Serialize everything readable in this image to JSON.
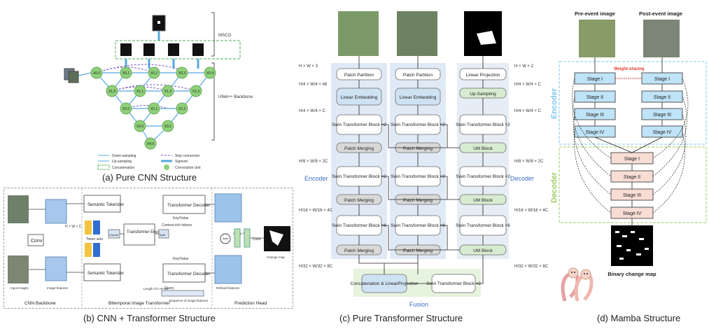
{
  "captions": {
    "a": "(a) Pure CNN Structure",
    "b": "(b) CNN + Transformer Structure",
    "c": "(c) Pure Transformer Structure",
    "d": "(d) Mamba Structure"
  },
  "panel_a": {
    "msco": "MSCO",
    "backbone": "UNet++ Backbone",
    "nodes_top": [
      "X0,0",
      "X0,1",
      "X0,2",
      "X0,3",
      "X0,4"
    ],
    "nodes_l1": [
      "X1,0",
      "X1,1",
      "X1,2",
      "X1,3"
    ],
    "nodes_l2": [
      "X2,0",
      "X2,1",
      "X2,2"
    ],
    "nodes_l3": [
      "X3,0",
      "X3,1"
    ],
    "nodes_l4": [
      "X4,0"
    ],
    "legend": [
      "Down-sampling",
      "Skip connection",
      "Up-sampling",
      "Sigmoid",
      "Concatenation",
      "Convolution Unit"
    ]
  },
  "panel_b": {
    "conv": "Conv",
    "hwc": "H × W × C",
    "sem_tok": "Semantic Tokenizer",
    "tok_sets": "Token sets",
    "concat": "Concat",
    "tenc": "Transformer Encoder",
    "split": "Split",
    "tdec": "Transformer Decoder",
    "keyvalue": "Key/Value",
    "query": "Query",
    "context_tokens": "Context-rich tokens",
    "seq_len": "Length of L×H×W",
    "seq_feat": "Sequence of image features",
    "sub_abs": "Sub & Abs",
    "change_map": "Change map",
    "input_images": "Input images",
    "image_features": "Image features",
    "refined_features": "Refined features",
    "sections": [
      "CNN Backbone",
      "Bitemporal Image Transformer",
      "Prediction Head"
    ]
  },
  "panel_c": {
    "dims_left": [
      "H × W × 3",
      "H/4 × W/4 × 48",
      "H/4 × W/4 × C",
      "H/8 × W/8 × 2C",
      "H/16 × W/16 × 4C",
      "H/32 × W/32 × 8C"
    ],
    "dims_right": [
      "H × W × 2",
      "H/4 × W/4 × C",
      "H/4 × W/4 × C",
      "H/8 × W/8 × 2C",
      "H/16 × W/16 × 4C",
      "H/32 × W/32 × 8C"
    ],
    "patch_partition": "Patch Partition",
    "linear_embedding": "Linear Embedding",
    "swin_x2": "Swin Transformer Block ×2",
    "swin_x6": "Swin Transformer Block ×6",
    "patch_merging": "Patch Merging",
    "linear_projection": "Linear Projection",
    "up_sampling": "Up-Sampling",
    "um_block": "UM Block",
    "encoder": "Encoder",
    "decoder": "Decoder",
    "fusion": "Fusion",
    "concat_lp": "Concatenation & LinearProjection"
  },
  "panel_d": {
    "pre": "Pre-event image",
    "post": "Post-event image",
    "weight_sharing": "Weight-sharing",
    "encoder": "Encoder",
    "decoder": "Decoder",
    "enc_stages": [
      "Stage I",
      "Stage II",
      "Stage III",
      "Stage IV"
    ],
    "dec_stages": [
      "Stage I",
      "Stage II",
      "Stage III",
      "Stage IV"
    ],
    "binary": "Binary change map"
  },
  "colors": {
    "node_green": "#8fd17a",
    "blue_box": "#bfe3f7",
    "dec_box": "#f8ddd4",
    "enc_dash": "#7ec8ee",
    "dec_dash": "#9ccc65",
    "fusion_bg": "#e6f3df",
    "lane_bg": "#dfeaf6",
    "um_green": "#d7ecd0"
  }
}
